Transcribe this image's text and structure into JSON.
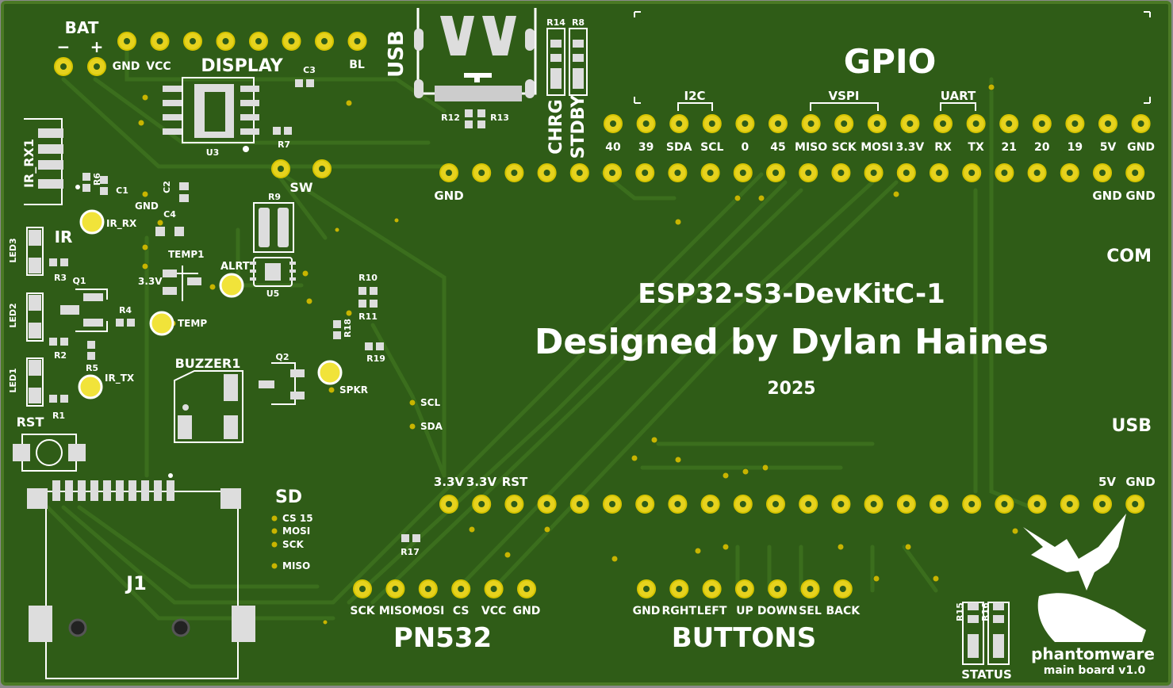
{
  "board": {
    "colors": {
      "background": "#8a8a8a",
      "solder_mask": "#2f5c17",
      "edge": "#4b7a25",
      "trace": "#3b6e1d",
      "pad_gold": "#e6d21e",
      "pad_ring": "#d6c400",
      "silkscreen": "#ffffff",
      "led_yellow": "#f1e33a",
      "smd_pad": "#d9d9d9"
    },
    "titles": {
      "devkit": "ESP32-S3-DevKitC-1",
      "designer": "Designed by Dylan Haines",
      "year": "2025",
      "brand": "phantomware",
      "board_version": "main board v1.0"
    },
    "sections": {
      "gpio": "GPIO",
      "i2c": "I2C",
      "vspi": "VSPI",
      "uart": "UART",
      "com": "COM",
      "usb_side": "USB",
      "usb_port": "USB",
      "display": "DISPLAY",
      "bat": "BAT",
      "bat_minus": "−",
      "bat_plus": "+",
      "ir": "IR",
      "ir_rx1": "IR_RX1",
      "sw": "SW",
      "chrg": "CHRG",
      "stdby": "STDBY",
      "buzzer": "BUZZER1",
      "sd": "SD",
      "j1": "J1",
      "pn532": "PN532",
      "buttons": "BUTTONS",
      "status": "STATUS",
      "rst": "RST"
    },
    "gpio_top_labels": [
      "40",
      "39",
      "SDA",
      "SCL",
      "0",
      "45",
      "MISO",
      "SCK",
      "MOSI",
      "3.3V",
      "RX",
      "TX",
      "21",
      "20",
      "19",
      "5V",
      "GND"
    ],
    "header_row_labels": {
      "left_gnd": "GND",
      "right_gnd_a": "GND",
      "right_gnd_b": "GND"
    },
    "bottom_header_labels": {
      "v33_a": "3.3V",
      "v33_b": "3.3V",
      "rst": "RST",
      "v5": "5V",
      "gnd": "GND"
    },
    "display_pin_labels": {
      "gnd": "GND",
      "vcc": "VCC",
      "bl": "BL"
    },
    "sd_pin_labels": [
      "CS 15",
      "MOSI",
      "SCK",
      "MISO"
    ],
    "pn532_pins": [
      "SCK",
      "MISO",
      "MOSI",
      "CS",
      "VCC",
      "GND"
    ],
    "button_pins": [
      "GND",
      "RGHT",
      "LEFT",
      "UP",
      "DOWN",
      "SEL",
      "BACK"
    ],
    "test_points": {
      "ir_rx": "IR_RX",
      "ir_tx": "IR_TX",
      "temp": "TEMP",
      "alrt": "ALRT",
      "spkr": "SPKR",
      "scl": "SCL",
      "sda": "SDA",
      "gnd": "GND",
      "v33": "3.3V",
      "temp1": "TEMP1"
    },
    "refs": {
      "r1": "R1",
      "r2": "R2",
      "r3": "R3",
      "r4": "R4",
      "r5": "R5",
      "r6": "R6",
      "r7": "R7",
      "r8": "R8",
      "r9": "R9",
      "r10": "R10",
      "r11": "R11",
      "r12": "R12",
      "r13": "R13",
      "r14": "R14",
      "r15": "R15",
      "r16": "R16",
      "r17": "R17",
      "r18": "R18",
      "r19": "R19",
      "c1": "C1",
      "c2": "C2",
      "c3": "C3",
      "c4": "C4",
      "u3": "U3",
      "u5": "U5",
      "q1": "Q1",
      "q2": "Q2",
      "led1": "LED1",
      "led2": "LED2",
      "led3": "LED3"
    }
  }
}
